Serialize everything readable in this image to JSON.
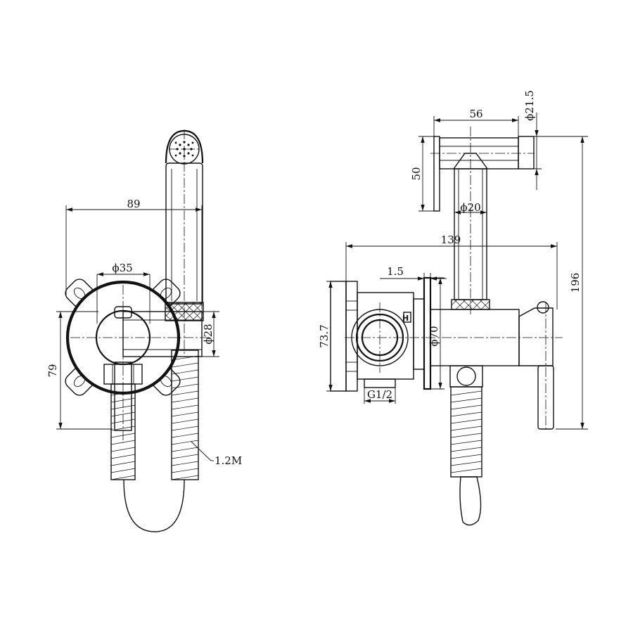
{
  "dimensions": {
    "front_width": "89",
    "front_flange_dia": "ϕ35",
    "front_spout_dia": "ϕ28",
    "front_height": "79",
    "hose_length": "1.2M",
    "side_head_length": "56",
    "side_head_dia": "ϕ21.5",
    "side_head_height": "50",
    "side_pipe_dia": "ϕ20",
    "side_overall_width": "139",
    "side_plate_thickness": "1.5",
    "side_body_height": "73.7",
    "side_cover_dia": "ϕ70",
    "side_thread": "G1/2",
    "side_overall_height": "196"
  },
  "marking": "H"
}
